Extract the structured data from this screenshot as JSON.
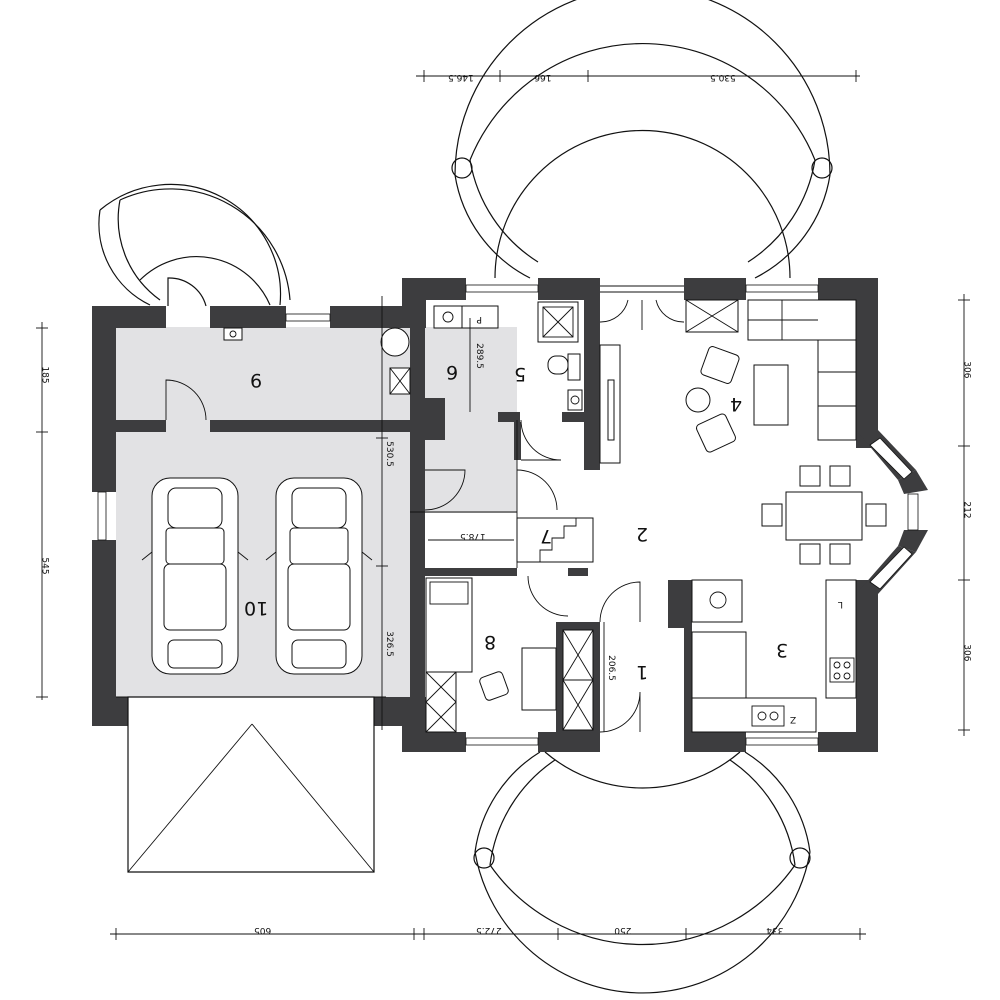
{
  "rooms": {
    "r1": "1",
    "r2": "2",
    "r3": "3",
    "r4": "4",
    "r5": "5",
    "r6": "6",
    "r7": "7",
    "r8": "8",
    "r9": "9",
    "r10": "10"
  },
  "dimensions": {
    "top": [
      "146.5",
      "166",
      "530.5"
    ],
    "bottom": [
      "605",
      "272.5",
      "250",
      "334"
    ],
    "left": [
      "185",
      "545"
    ],
    "right": [
      "306",
      "212",
      "306"
    ],
    "interior": [
      "289.5",
      "530.5",
      "326.5",
      "178.5",
      "206.5"
    ]
  },
  "marks": {
    "p": "P",
    "l": "L",
    "z": "Z"
  }
}
